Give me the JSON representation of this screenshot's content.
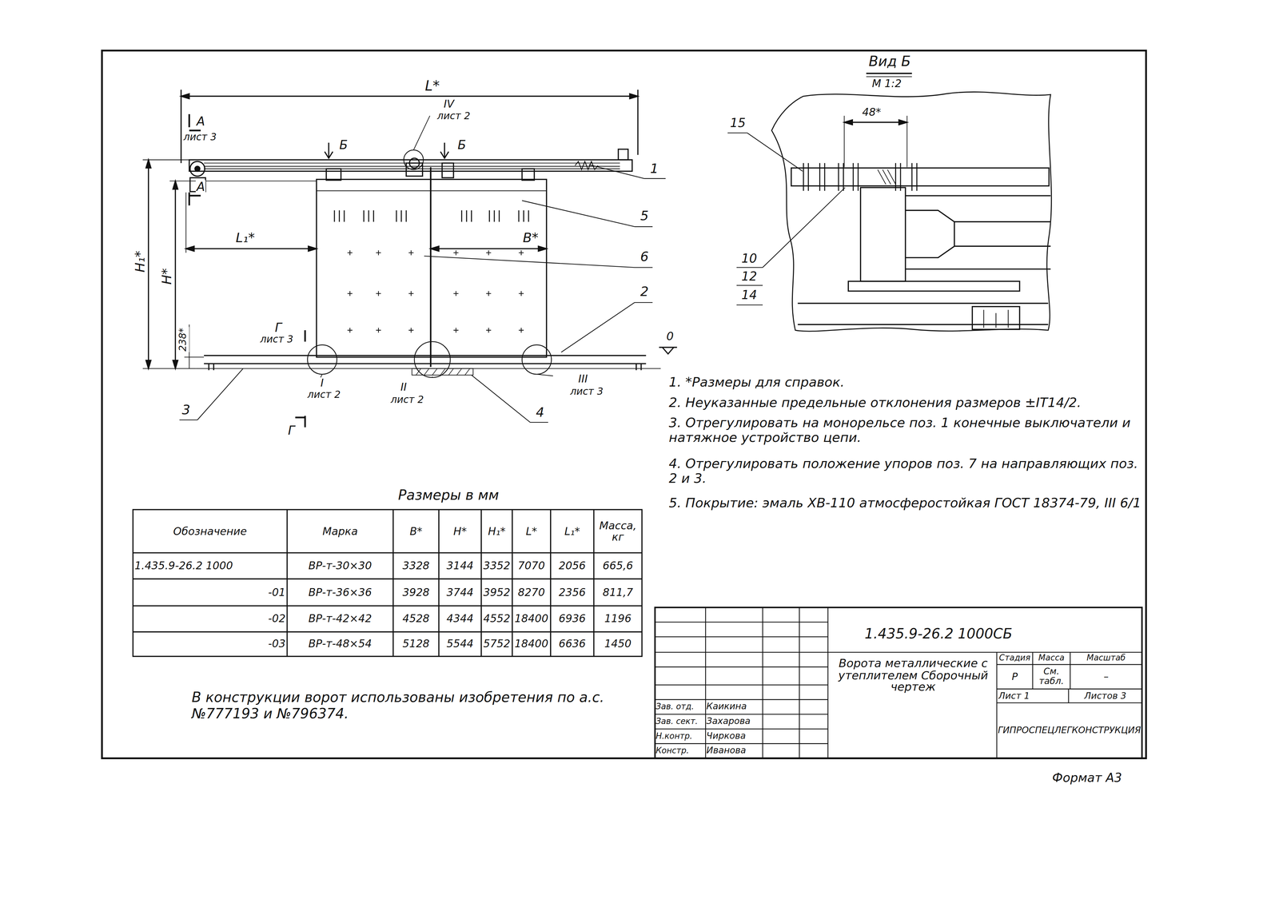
{
  "diagram": {
    "labels": [
      "L*",
      "IV",
      "лист 2",
      "А",
      "лист 3",
      "Б",
      "Б",
      "А",
      "1",
      "5",
      "6",
      "2",
      "L₁*",
      "В*",
      "H₁*",
      "H*",
      "238*",
      "Г",
      "лист 3",
      "0",
      "I",
      "лист 2",
      "II",
      "лист 2",
      "III",
      "лист 3",
      "3",
      "4",
      "Г",
      "Вид Б",
      "М 1:2",
      "48*",
      "15",
      "10",
      "12",
      "14",
      "1. *Размеры для справок.",
      "2. Неуказанные предельные отклонения размеров ±IT14/2.",
      "3. Отрегулировать на монорельсе поз. 1 конечные выключатели и натяжное устройство цепи.",
      "4. Отрегулировать положение упоров поз. 7 на направляющих поз. 2 и 3.",
      "5. Покрытие: эмаль ХВ-110 атмосферостойкая ГОСТ 18374-79, III 6/1",
      "Размеры в мм",
      "Обозначение",
      "Марка",
      "В*",
      "H*",
      "H₁*",
      "L*",
      "L₁*",
      "Масса, кг",
      "1.435.9-26.2 1000",
      "ВР-т-30×30",
      "3328",
      "3144",
      "3352",
      "7070",
      "2056",
      "665,6",
      "-01",
      "ВР-т-36×36",
      "3928",
      "3744",
      "3952",
      "8270",
      "2356",
      "811,7",
      "-02",
      "ВР-т-42×42",
      "4528",
      "4344",
      "4552",
      "18400",
      "6936",
      "1196",
      "-03",
      "ВР-т-48×54",
      "5128",
      "5544",
      "5752",
      "18400",
      "6636",
      "1450",
      "В конструкции ворот использованы изобретения по а.с. №777193 и №796374.",
      "1.435.9-26.2 1000СБ",
      "Ворота металлические с утеплителем Сборочный чертеж",
      "Стадия",
      "Масса",
      "Масштаб",
      "Р",
      "См. табл.",
      "–",
      "Лист 1",
      "Листов 3",
      "Зав. отд.",
      "Каикина",
      "Зав. сект.",
      "Захарова",
      "Н.контр.",
      "Чиркова",
      "Констр.",
      "Иванова",
      "ГИПРОСПЕЦЛЕГКОНСТРУКЦИЯ",
      "Формат А3"
    ]
  }
}
